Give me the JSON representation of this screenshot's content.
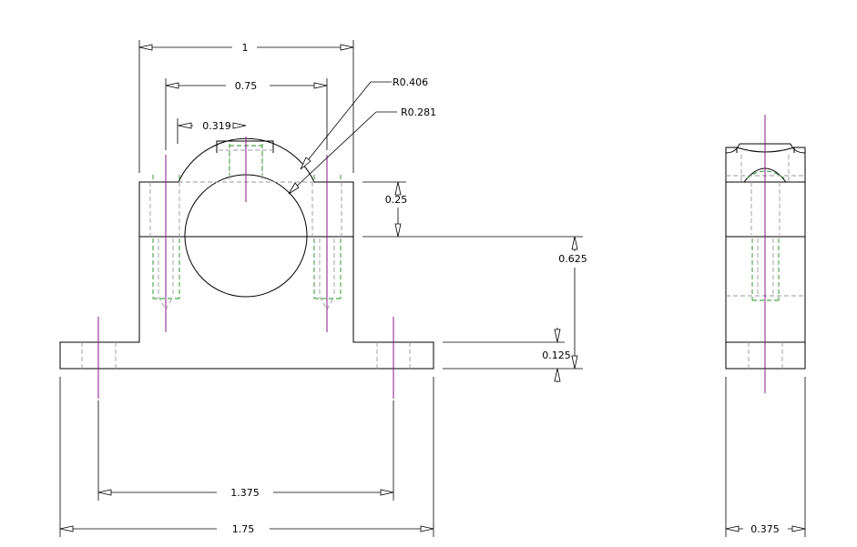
{
  "drawing": {
    "dimensions": {
      "overall_top_width": "1",
      "bolt_spacing_top": "0.75",
      "offset": "0.319",
      "radius_outer": "R0.406",
      "radius_inner": "R0.281",
      "cap_height": "0.25",
      "center_height": "0.625",
      "base_thickness": "0.125",
      "base_bolt_spacing": "1.375",
      "base_width": "1.75",
      "side_depth": "0.375"
    },
    "colors": {
      "outline": "#000000",
      "hidden": "#9a9a9a",
      "thread": "#1f8f1f",
      "centerline": "#8a1a8a"
    }
  }
}
